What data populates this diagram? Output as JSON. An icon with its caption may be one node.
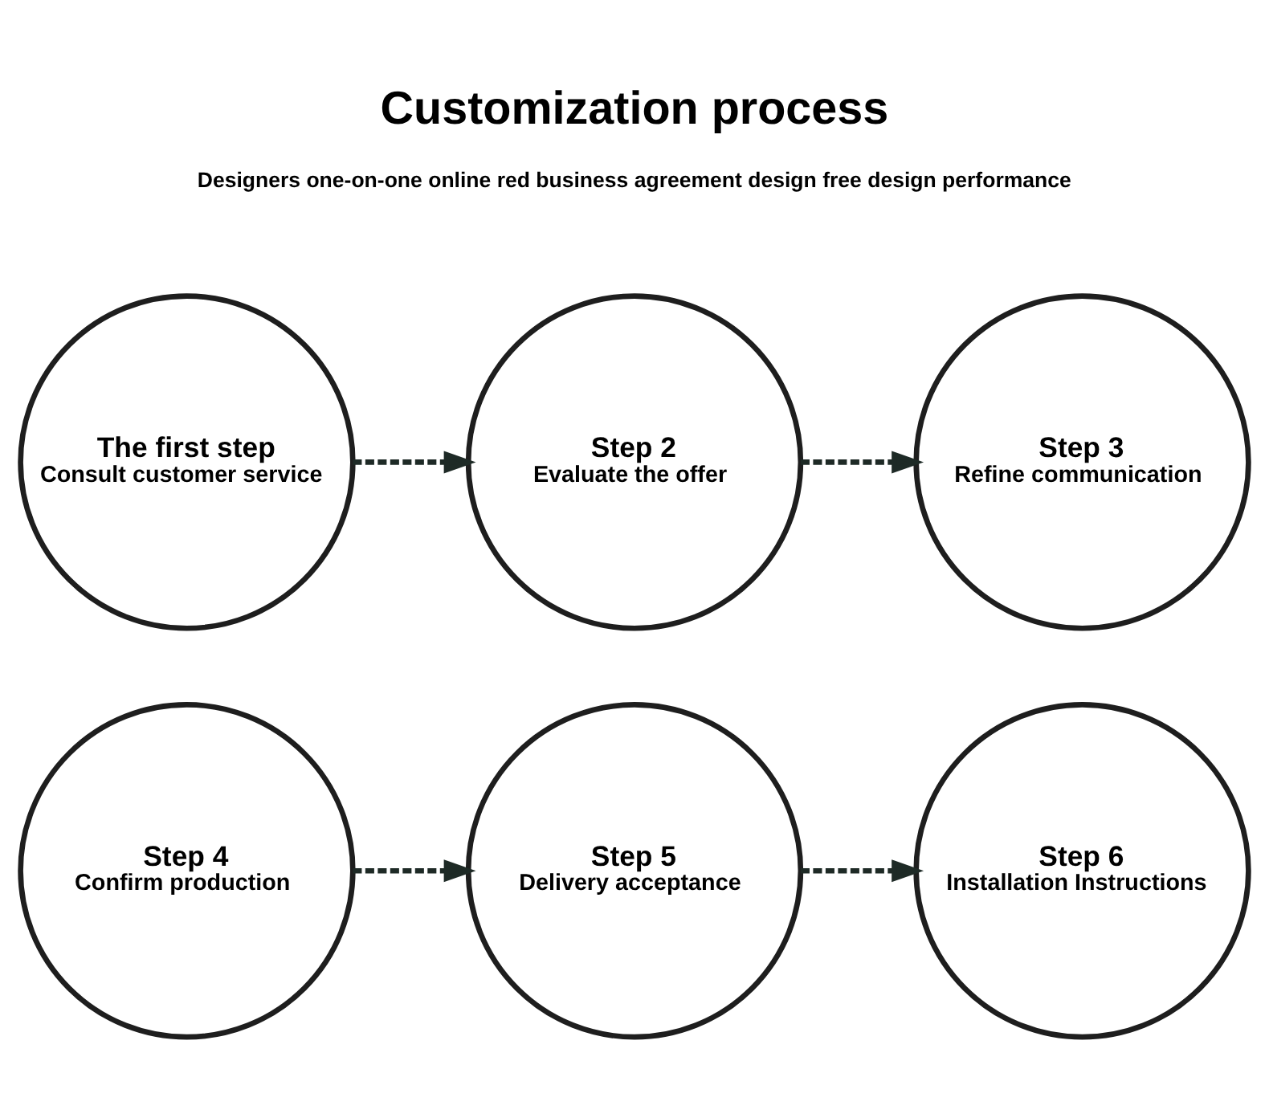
{
  "diagram": {
    "title": "Customization process",
    "nodes": [
      {
        "text": [
          "The first step",
          "Consult customer service"
        ]
      },
      {
        "text": [
          "Step 2",
          "Evaluate the offer"
        ]
      },
      {
        "text": [
          "Step 3",
          "Refine communication"
        ]
      },
      {
        "text": [
          "Step 4",
          "Confirm production"
        ]
      },
      {
        "text": [
          "Step 5",
          "Delivery acceptance"
        ]
      },
      {
        "text": [
          "Step 6",
          "Installation Instructions"
        ]
      }
    ],
    "edges": [
      {
        "from": 0,
        "to": 1,
        "arrow": "to",
        "style": "dashed"
      },
      {
        "from": 1,
        "to": 2,
        "arrow": "to",
        "style": "dashed"
      },
      {
        "from": 3,
        "to": 4,
        "arrow": "to",
        "style": "dashed"
      },
      {
        "from": 4,
        "to": 5,
        "arrow": "to",
        "style": "dashed"
      }
    ],
    "labels": [
      "Designers one-on-one online red business agreement design free design performance"
    ]
  }
}
